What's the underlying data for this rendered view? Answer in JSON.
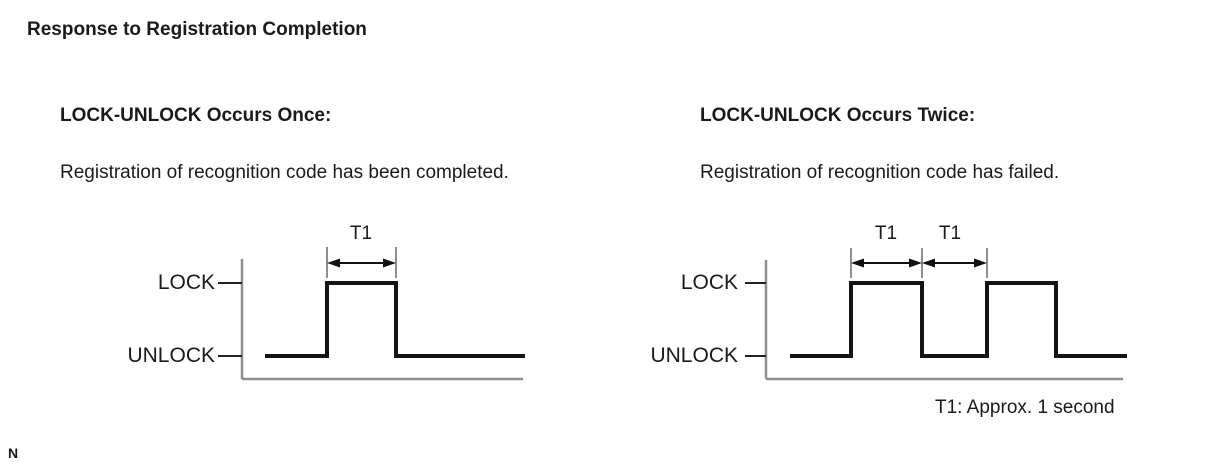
{
  "page": {
    "title": "Response to Registration Completion",
    "footer_note": "N"
  },
  "sections": [
    {
      "heading": "LOCK-UNLOCK Occurs Once:",
      "description": "Registration of recognition code has been completed.",
      "diagram": {
        "type": "timing-waveform",
        "high_label": "LOCK",
        "low_label": "UNLOCK",
        "pulse_labels": [
          "T1"
        ],
        "pulse_count": 1
      }
    },
    {
      "heading": "LOCK-UNLOCK Occurs Twice:",
      "description": "Registration of recognition code has failed.",
      "diagram": {
        "type": "timing-waveform",
        "high_label": "LOCK",
        "low_label": "UNLOCK",
        "pulse_labels": [
          "T1",
          "T1"
        ],
        "pulse_count": 2
      }
    }
  ],
  "caption": "T1: Approx. 1 second",
  "colors": {
    "text": "#1a1a1a",
    "signal_line": "#141414",
    "axis_line": "#8f8f8f"
  }
}
